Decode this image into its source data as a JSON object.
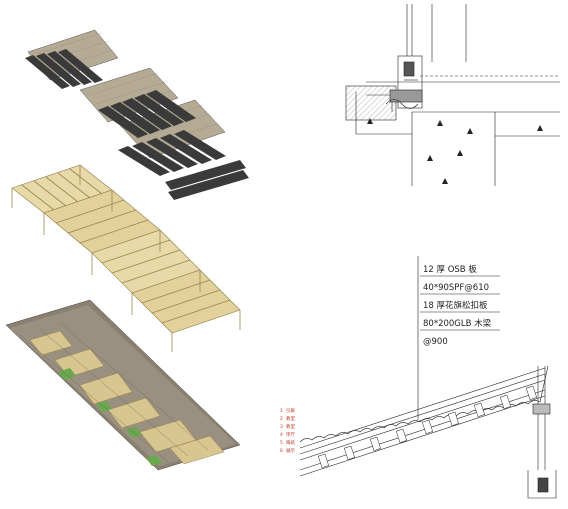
{
  "colors": {
    "timber": "#d9c58f",
    "timber_dark": "#8f7a45",
    "panel": "#8b8070",
    "panel_light": "#c8c1b0",
    "ink": "#222222",
    "accent": "#c0392b",
    "grass": "#6aa84f"
  },
  "roof_spec": {
    "lines": [
      "12 厚 OSB 板",
      "40*90SPF@610",
      "18 厚花旗松扣板",
      "80*200GLB 木梁",
      "@900"
    ]
  },
  "legend": {
    "items": [
      {
        "num": "1",
        "label": "引廊"
      },
      {
        "num": "2",
        "label": "教室"
      },
      {
        "num": "3",
        "label": "教室"
      },
      {
        "num": "4",
        "label": "序厅"
      },
      {
        "num": "5",
        "label": "晦班"
      },
      {
        "num": "6",
        "label": "展示"
      }
    ]
  }
}
